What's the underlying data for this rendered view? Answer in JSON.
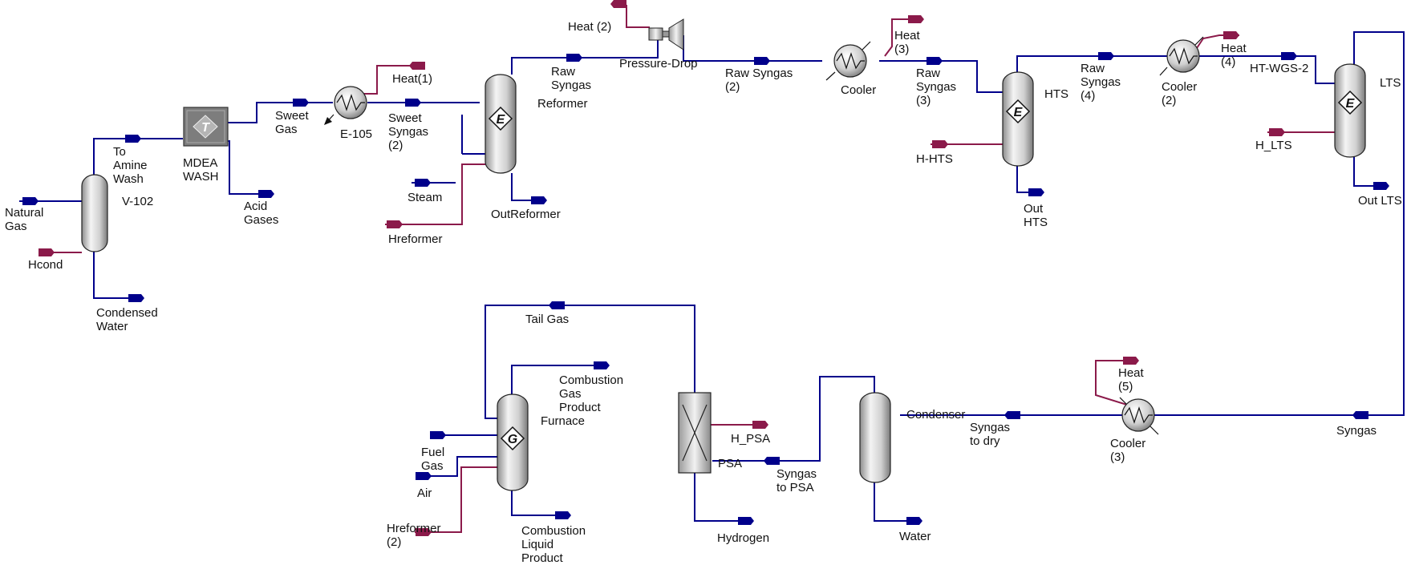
{
  "colors": {
    "material": "#00008b",
    "energy": "#8b1a4a",
    "vessel": "#c9c9c9",
    "background": "#ffffff"
  },
  "labels": {
    "natural_gas": [
      "Natural",
      "Gas"
    ],
    "hcond": "Hcond",
    "v102": "V-102",
    "condensed_water": [
      "Condensed",
      "Water"
    ],
    "to_amine_wash": [
      "To",
      "Amine",
      "Wash"
    ],
    "mdea_wash": [
      "MDEA",
      "WASH"
    ],
    "acid_gases": [
      "Acid",
      "Gases"
    ],
    "sweet_gas": [
      "Sweet",
      "Gas"
    ],
    "heat1": "Heat(1)",
    "e105": "E-105",
    "sweet_syngas2": [
      "Sweet",
      "Syngas",
      "(2)"
    ],
    "steam": "Steam",
    "hreformer": "Hreformer",
    "out_reformer": "OutReformer",
    "reformer": "Reformer",
    "raw_syngas": [
      "Raw",
      "Syngas"
    ],
    "heat2": "Heat (2)",
    "pressure_drop": "Pressure-Drop",
    "raw_syngas2": [
      "Raw Syngas",
      "(2)"
    ],
    "cooler": "Cooler",
    "heat3": [
      "Heat",
      "(3)"
    ],
    "raw_syngas3": [
      "Raw",
      "Syngas",
      "(3)"
    ],
    "hts": "HTS",
    "h_hts": "H-HTS",
    "out_hts": [
      "Out",
      "HTS"
    ],
    "raw_syngas4": [
      "Raw",
      "Syngas",
      "(4)"
    ],
    "cooler2": [
      "Cooler",
      "(2)"
    ],
    "heat4": [
      "Heat",
      "(4)"
    ],
    "ht_wgs2": "HT-WGS-2",
    "lts": "LTS",
    "h_lts": "H_LTS",
    "out_lts": "Out LTS",
    "syngas": "Syngas",
    "heat5": [
      "Heat",
      "(5)"
    ],
    "cooler3": [
      "Cooler",
      "(3)"
    ],
    "syngas_to_dry": [
      "Syngas",
      "to dry"
    ],
    "condenser": "Condenser",
    "water": "Water",
    "syngas_to_psa": [
      "Syngas",
      "to PSA"
    ],
    "psa": "PSA",
    "h_psa": "H_PSA",
    "hydrogen": "Hydrogen",
    "tail_gas": "Tail Gas",
    "combustion_gas_product": [
      "Combustion",
      "Gas",
      "Product"
    ],
    "furnace": "Furnace",
    "fuel_gas": [
      "Fuel",
      "Gas"
    ],
    "air": "Air",
    "hreformer2": [
      "Hreformer",
      "(2)"
    ],
    "combustion_liquid_product": [
      "Combustion",
      "Liquid",
      "Product"
    ],
    "unit_e_letter": "E",
    "unit_g_letter": "G",
    "unit_t_letter": "T"
  }
}
